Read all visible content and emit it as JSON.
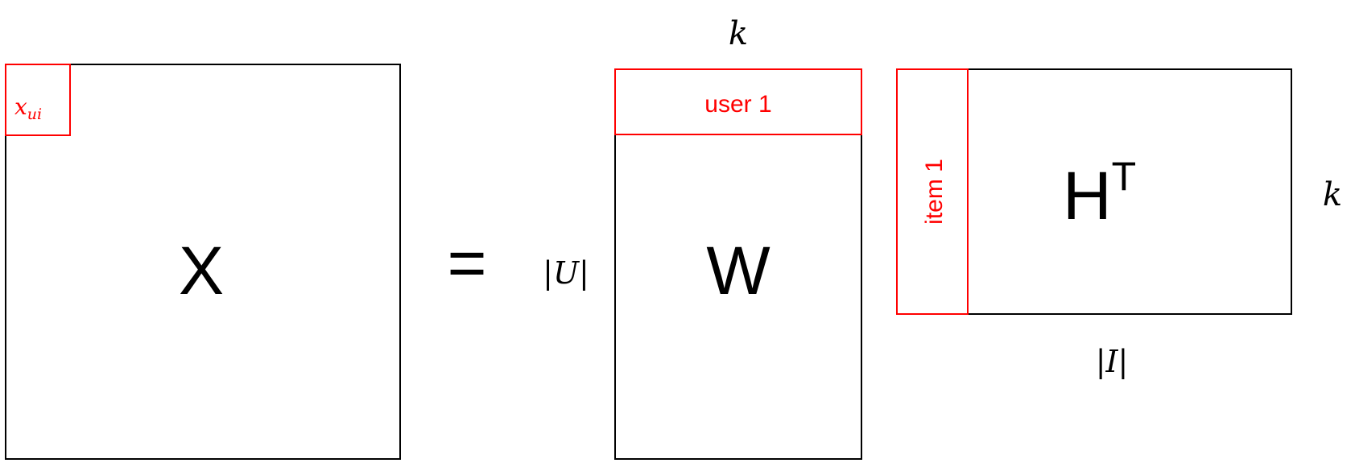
{
  "matrix_x": {
    "label": "X",
    "entry_label": "x",
    "entry_subscript": "ui"
  },
  "equals_sign": "=",
  "matrix_w": {
    "label": "W",
    "row_label": "user 1",
    "rows_label": "|U|",
    "cols_label": "k"
  },
  "matrix_ht": {
    "label": "H",
    "superscript": "T",
    "col_label": "item 1",
    "rows_label": "k",
    "cols_label": "|I|"
  },
  "colors": {
    "highlight": "#ff0000",
    "stroke": "#000000"
  }
}
